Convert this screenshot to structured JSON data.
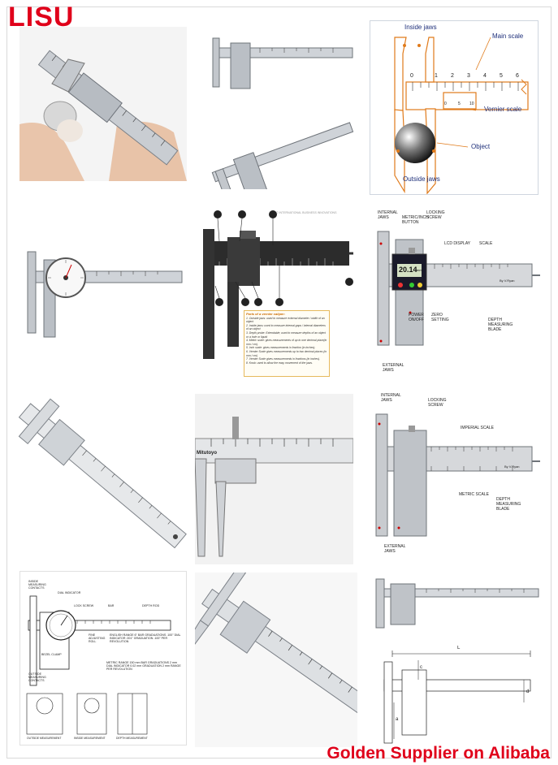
{
  "brand": "LISU",
  "footer": "Golden Supplier on Alibaba",
  "colors": {
    "brand_red": "#e0001a",
    "label_blue": "#1e2f7a",
    "orange_dot": "#e07a1a"
  },
  "diagram1": {
    "inside_jaws": "Inside jaws",
    "main_scale": "Main scale",
    "vernier_scale": "Vernier scale",
    "object": "Object",
    "outside_jaws": "Outside jaws",
    "main_ticks": [
      "0",
      "1",
      "2",
      "3",
      "4",
      "5",
      "6"
    ],
    "vernier_ticks": [
      "0",
      "5",
      "10"
    ]
  },
  "diagram2": {
    "watermark": "© INTERNATIONAL BUSINESS INNOVATIONS",
    "notes_title": "Parts of a vernier caliper:",
    "notes": [
      "1. Outside jaws: used to measure external diameter / width of an object",
      "2. Inside jaws: used to measure internal gaps / internal diameters of an object",
      "3. Depth probe: Extendable; used to measure depths of an object or a hole or liquid",
      "4. Metric scale: gives measurements of up to one decimal place(in mm / cm).",
      "5. Inch scale: gives measurements in fraction (in inches).",
      "6. Vernier Scale gives measurements up to two decimal places (in mm / cm)",
      "7. Vernier Scale gives measurements in fractions (in inches).",
      "8. Knob: used to allow the easy movement of the jaws."
    ]
  },
  "diagram3": {
    "internal_jaws": "INTERNAL JAWS",
    "metric_inch_button": "METRIC/INCH BUTTON",
    "locking_screw": "LOCKING SCREW",
    "lcd_display": "LCD DISPLAY",
    "scale": "SCALE",
    "lcd_reading": "20.14",
    "lcd_unit": "mm",
    "power": "POWER ON/OFF",
    "zero": "ZERO SETTING",
    "external_jaws": "EXTERNAL JAWS",
    "depth_blade": "DEPTH MEASURING BLADE",
    "credit": "By V.Ryan"
  },
  "diagram4": {
    "internal_jaws": "INTERNAL JAWS",
    "locking_screw": "LOCKING SCREW",
    "imperial_scale": "IMPERIAL SCALE",
    "metric_scale": "METRIC SCALE",
    "external_jaws": "EXTERNAL JAWS",
    "depth_blade": "DEPTH MEASURING BLADE",
    "credit": "By V.Ryan"
  },
  "diagram5": {
    "inside_contacts": "INSIDE MEASURING CONTACTS",
    "dial_indicator": "DIAL INDICATOR",
    "lock_screw": "LOCK SCREW",
    "bar": "BAR",
    "depth_rod": "DEPTH ROD",
    "fine_roll": "FINE ADJUSTING ROLL",
    "bezel_clamp": "BEZEL CLAMP",
    "outside_contacts": "OUTSIDE MEASURING CONTACTS",
    "english_range": "ENGLISH RANGE 6\" BAR GRADUATIONS .100\" DIAL INDICATOR .001\" GRADUATION .100\" PER REVOLUTION",
    "metric_range": "METRIC RANGE 150 mm BAR GRADUATIONS 2 mm DIAL INDICATOR 0.02 mm GRADUATION 2 mm RANGE PER REVOLUTION",
    "outside_measurement": "OUTSIDE MEASUREMENT",
    "inside_measurement": "INSIDE MEASUREMENT",
    "depth_measurement": "DEPTH MEASUREMENT"
  },
  "diagram6": {
    "L": "L",
    "c": "c",
    "d": "d",
    "a": "a"
  },
  "photo": {
    "mitutoyo": "Mitutoyo"
  }
}
